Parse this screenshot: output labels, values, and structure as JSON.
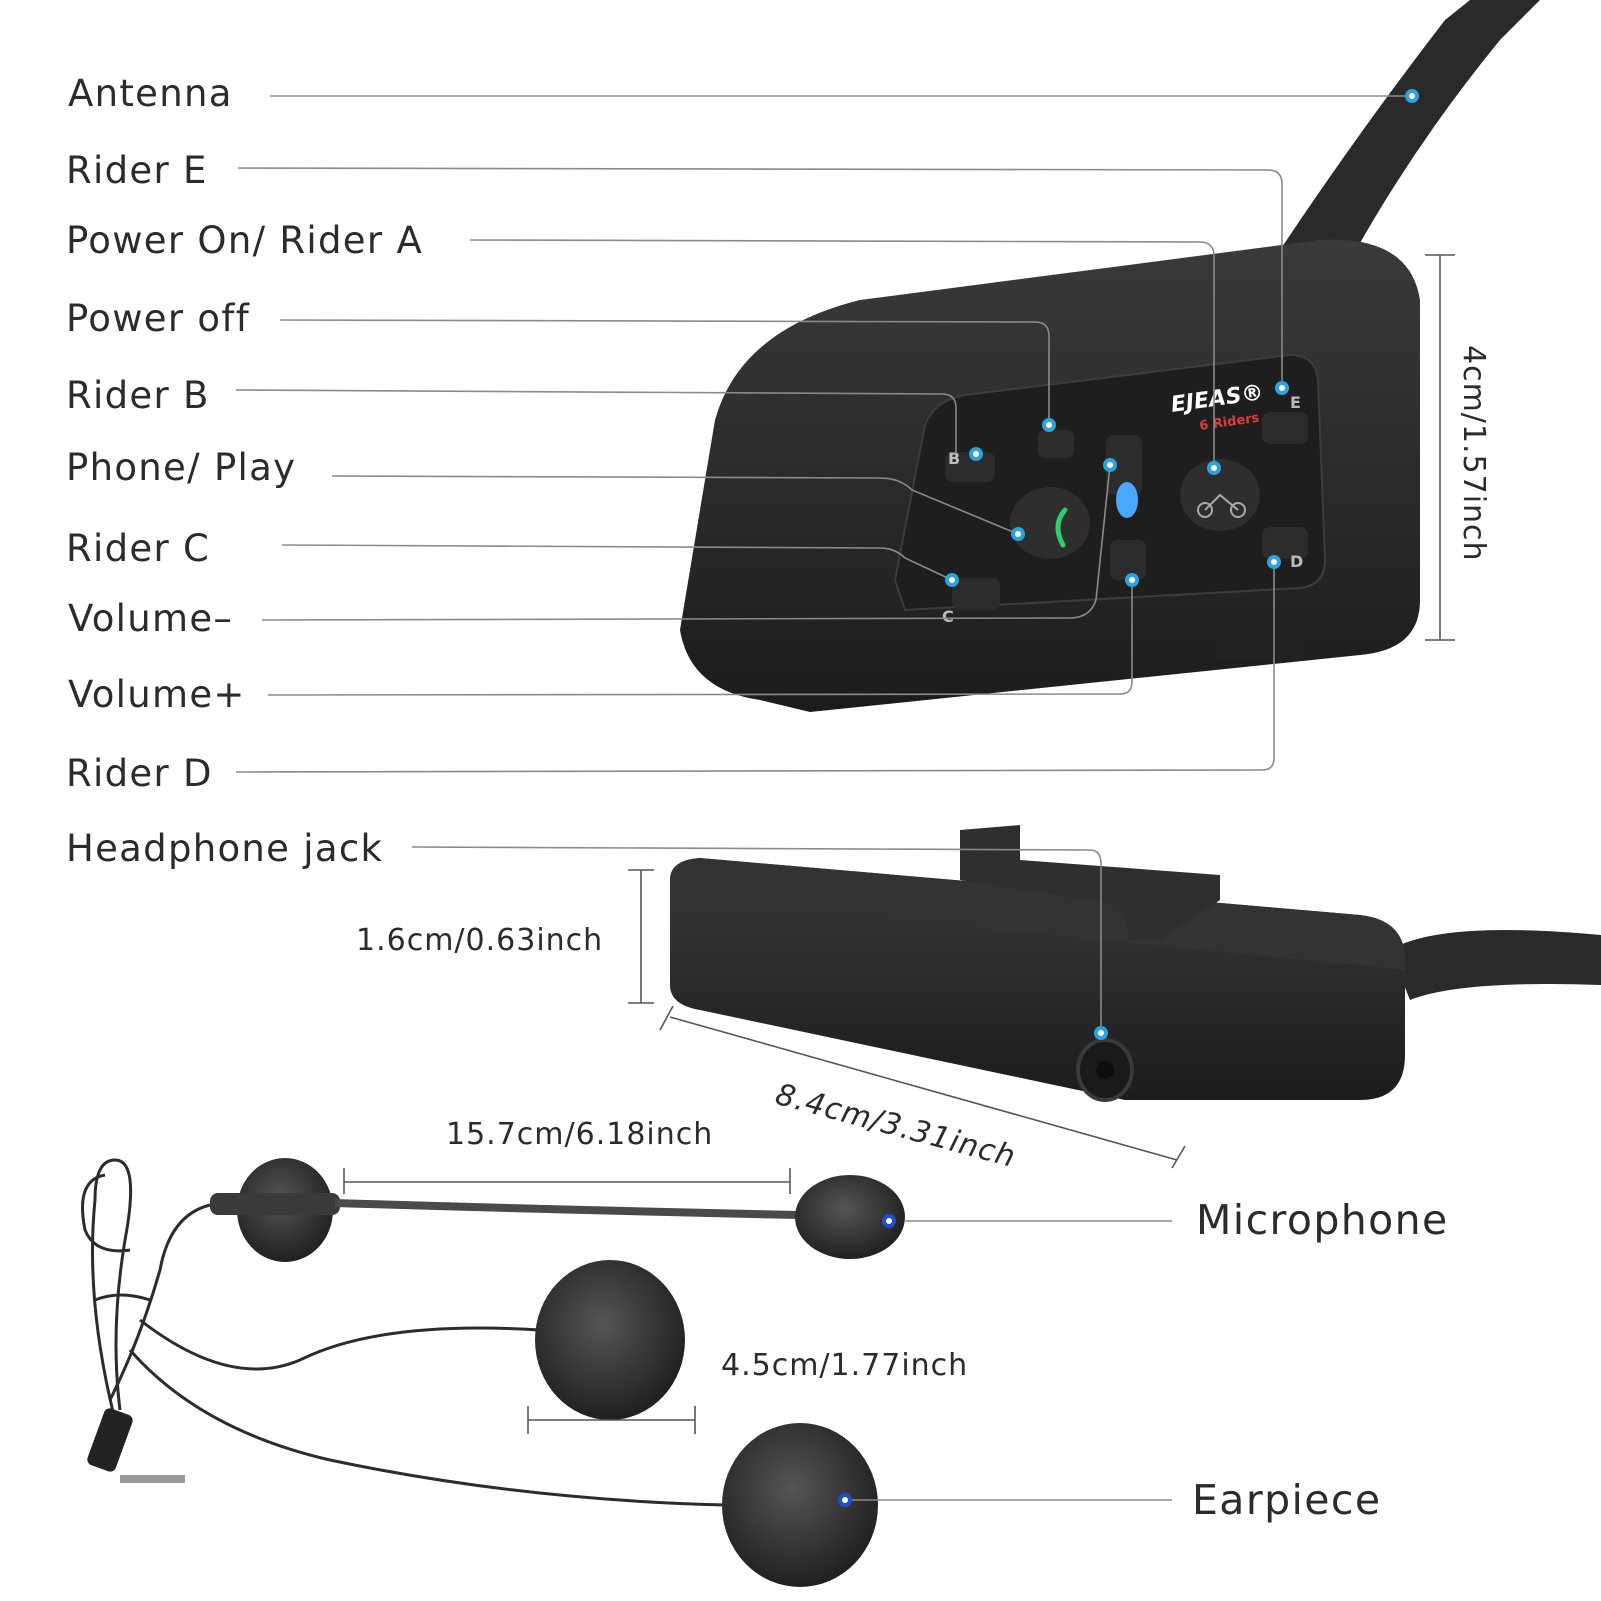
{
  "labels": {
    "antenna": "Antenna",
    "rider_e": "Rider E",
    "power_on_rider_a": "Power On/ Rider A",
    "power_off": "Power off",
    "rider_b": "Rider B",
    "phone_play": "Phone/ Play",
    "rider_c": "Rider C",
    "volume_minus": "Volume–",
    "volume_plus": "Volume+",
    "rider_d": "Rider D",
    "headphone_jack": "Headphone jack",
    "microphone": "Microphone",
    "earpiece": "Earpiece"
  },
  "dimensions": {
    "height": "4cm/1.57inch",
    "thickness": "1.6cm/0.63inch",
    "length": "8.4cm/3.31inch",
    "boom": "15.7cm/6.18inch",
    "speaker": "4.5cm/1.77inch"
  },
  "device": {
    "brand": "EJEAS®",
    "model": "6 Riders",
    "button_letters": [
      "B",
      "E",
      "C",
      "D"
    ]
  },
  "colors": {
    "marker": "#2aa3e0",
    "leader_line": "#8a8a8a",
    "device_body": "#262626",
    "led": "#4aa8ff",
    "phone_icon": "#2ecc71",
    "brand_red": "#e23b3b"
  }
}
